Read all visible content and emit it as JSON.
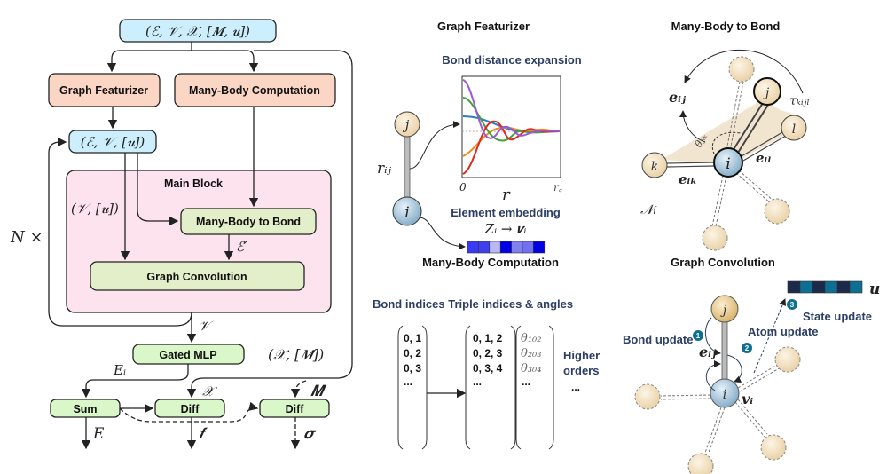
{
  "pipeline": {
    "input": "(ℰ, 𝒱, 𝒳, [𝑴, 𝒖])",
    "graph_featurizer": "Graph Featurizer",
    "many_body_computation": "Many-Body Computation",
    "graph_state": "(ℰ, 𝒱, [𝒖])",
    "main_block": "Main Block",
    "node_state": "(𝒱, [𝒖])",
    "many_body_to_bond": "Many-Body to Bond",
    "edge_prime": "ℰ′",
    "graph_convolution": "Graph Convolution",
    "repeat": "N ×",
    "v_out": "𝒱",
    "gated_mlp": "Gated MLP",
    "x_m": "(𝒳, [𝑴])",
    "e_i": "Eᵢ",
    "sum": "Sum",
    "diff_1": "Diff",
    "diff_2": "Diff",
    "x_label": "𝒳",
    "m_label": "𝑴",
    "energy": "E",
    "force": "𝒇",
    "stress": "𝝈"
  },
  "graph_featurizer_panel": {
    "title": "Graph Featurizer",
    "expansion_title": "Bond distance expansion",
    "atom_j": "j",
    "atom_i": "i",
    "r_ij": "rᵢⱼ",
    "axis_zero": "0",
    "axis_rc": "r꜀",
    "axis_r": "r",
    "embedding_title": "Element embedding",
    "embedding_formula": "Zᵢ → 𝒗ᵢ",
    "embedding_colors": [
      "#3a3af5",
      "#3f3ff0",
      "#b8b8f5",
      "#0000e8",
      "#8080ee",
      "#7070f0",
      "#0000e0"
    ],
    "curve_colors": [
      "#9b59d0",
      "#3ea43a",
      "#2a7fc0",
      "#f08a20",
      "#e0281f"
    ]
  },
  "many_body_to_bond_panel": {
    "title": "Many-Body to Bond",
    "atom_i": "i",
    "atom_j": "j",
    "atom_k": "k",
    "atom_l": "l",
    "e_ij": "𝒆ᵢⱼ",
    "e_il": "𝒆ᵢₗ",
    "e_ik": "𝒆ᵢₖ",
    "tau": "τₖᵢⱼₗ",
    "theta": "θⱼᵢₖ",
    "neighborhood": "𝒩ᵢ"
  },
  "many_body_computation_panel": {
    "title": "Many-Body Computation",
    "header": "Bond indices Triple indices & angles",
    "bond_indices": [
      "0, 1",
      "0, 2",
      "0, 3",
      "..."
    ],
    "triple_indices": [
      "0, 1, 2",
      "0, 2, 3",
      "0, 3, 4",
      "..."
    ],
    "angles": [
      "θ₁₀₂",
      "θ₂₀₃",
      "θ₃₀₄",
      "..."
    ],
    "higher_orders": [
      "Higher",
      "orders",
      "..."
    ]
  },
  "graph_convolution_panel": {
    "title": "Graph Convolution",
    "atom_j": "j",
    "atom_i": "i",
    "u": "𝒖",
    "state_colors": [
      "#1b2a4a",
      "#0f6f93",
      "#1b2a4a",
      "#0f6f93",
      "#1b2a4a",
      "#0f6f93"
    ],
    "step_1": "1",
    "step_2": "2",
    "step_3": "3",
    "bond_update": "Bond update",
    "atom_update": "Atom update",
    "state_update": "State update",
    "e_ij": "𝒆ᵢⱼ",
    "v_i": "𝒗ᵢ"
  }
}
